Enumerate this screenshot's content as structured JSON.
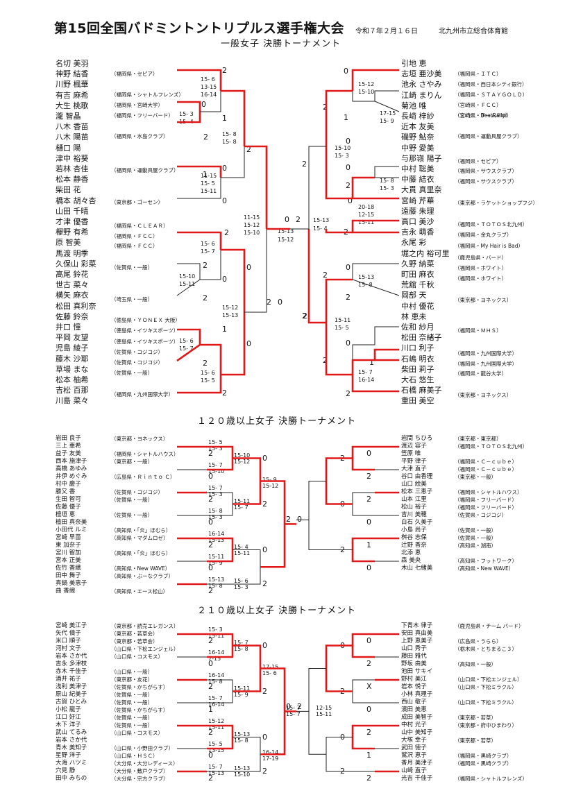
{
  "header": {
    "title": "第15回全国バドミントントリプルス選手権大会",
    "date": "令和７年２月１６日",
    "venue": "北九州市立総合体育館"
  },
  "sections": [
    {
      "title": "一般女子 決勝トーナメント",
      "left_names": [
        "名切 美羽",
        "神野 結香",
        "川野 楓華",
        "有吉 麻希",
        "大生 桃歌",
        "瀧 智晶",
        "八木 香苗",
        "八木 陽苗",
        "樋口 陽",
        "津中 裕葵",
        "若林 杏佳",
        "松本 静香",
        "柴田 花",
        "橋本 胡々杏",
        "山田 千晴",
        "才津 優香",
        "欅野 有希",
        "原 智美",
        "馬渡 明季",
        "久保山 彩菜",
        "高尾 鈴花",
        "世古 菜々",
        "横矢 麻衣",
        "松田 真利奈",
        "佐藤 鈴奈",
        "井口 憧",
        "平岡 友望",
        "児島 綾子",
        "藤木 沙耶",
        "草場 まな",
        "松本 柚希",
        "吉松 百那",
        "川島 菜々"
      ],
      "left_affil": [
        "（福岡県・セピア）",
        "（福岡県・シャトルフレンズ）",
        "（福岡県・宮崎大学）",
        "（福岡県・フリーバード）",
        "（福岡県・水島クラブ）",
        "（福岡県・運動具屋クラブ）",
        "（東京都・ゴーセン）",
        "（福岡県・ＣＬＥＡＲ）",
        "（福岡県・ＦＣＣ）",
        "（福岡県・ＦＣＣ）",
        "（佐賀県・一般）",
        "（埼玉県・一般）",
        "（徳島県・ＹＯＮＥＸ 大阪）",
        "（徳島県・イツキスポーツ）",
        "（徳島県・イツキスポーツ）",
        "（佐賀県・コジコジ）",
        "（佐賀県・コジコジ）",
        "（佐賀県・一般）",
        "（福岡県・九州国際大学）"
      ],
      "right_names": [
        "引地 恵",
        "志垣 亜沙美",
        "池永 さやみ",
        "江崎 まりん",
        "菊池 唯",
        "長﨑 梓紗",
        "近本 友美",
        "磯野 鮎奈",
        "中野 愛美",
        "与那嶺 陽子",
        "中村 聡美",
        "中藤 結衣",
        "大貫 真里奈",
        "宮崎 芹華",
        "遠藤 朱理",
        "高口 美沙",
        "吉永 萌香",
        "永尾 彩",
        "堀之内 裕可里",
        "久野 納菜",
        "町田 麻衣",
        "荒舘 千秋",
        "岡部 天",
        "中村 優花",
        "林 恵未",
        "佐和 紗月",
        "松田 奈緒子",
        "川口 利子",
        "石嶋 明衣",
        "柴田 莉子",
        "大石 悠生",
        "石橋 麻美子",
        "重田 美空"
      ],
      "right_affil": [
        "（福岡県・ＩＴＣ）",
        "（福岡県・西日本シティ銀行）",
        "（福岡県・ＳＴＡＹＧＯＬＤ）",
        "（宮崎県・BeatRally）",
        "（宮崎県・ＦＣＣ）",
        "（宮崎県・チームＢＷ）",
        "（福岡県・運動具屋クラブ）",
        "（福岡県・セピア）",
        "（福岡県・サウスクラブ）",
        "（福岡県・サウスクラブ）",
        "（東京都・ラケットショップフジ）",
        "（福岡県・ＴＯＴＯＳ北九州）",
        "（福岡県・金丸クラブ）",
        "（福岡県・My Hair is Bad）",
        "（鹿児島県・バード）",
        "（福岡県・ホワイト）",
        "（福岡県・ホワイト）",
        "（東京都・ヨネックス）",
        "（福岡県・ＭＨＳ）",
        "（福岡県・九州国際大学）",
        "（福岡県・九州国際大学）",
        "（福岡県・龍谷大学）",
        "（東京都・ヨネックス）"
      ],
      "scores": [
        "15- 6",
        "13-15",
        "16-14",
        "15- 3",
        "15- 4",
        "15- 8",
        "15- 8",
        "11-15",
        "15- 5",
        "15-11",
        "15- 6",
        "15- 7",
        "15-10",
        "15-11",
        "15-12",
        "15-13",
        "15- 6",
        "15- 7",
        "15- 6",
        "15- 5",
        "11-15",
        "15-12",
        "15-10",
        "15-13",
        "15-12",
        "15-13",
        "15- 4",
        "15-12",
        "15-10",
        "17-15",
        "15- 9",
        "15-10",
        "15- 3",
        "15- 8",
        "15- 3",
        "20-18",
        "12-15",
        "15-11",
        "15-13",
        "15- 8",
        "15-11",
        "15- 5",
        "15- 7",
        "16-14"
      ],
      "results": [
        "2",
        "0",
        "1",
        "2",
        "2",
        "0",
        "1",
        "0",
        "2",
        "2",
        "0",
        "0",
        "2",
        "2",
        "1",
        "2",
        "0",
        "2",
        "0",
        "2",
        "0",
        "1",
        "2",
        "0",
        "2",
        "0",
        "2",
        "0",
        "2",
        "2",
        "0",
        "2",
        "2",
        "0",
        "1",
        "2",
        "2",
        "0",
        "2",
        "X",
        "0",
        "2",
        "2",
        "0",
        "2",
        "2",
        "0",
        "2",
        "2"
      ]
    },
    {
      "title": "１２０歳以上女子 決勝トーナメント",
      "left_names": [
        "岩田 良子",
        "三上 亜希",
        "益子 友美",
        "西本 施津子",
        "高橋 あゆみ",
        "井伊 めぐみ",
        "村中 慶子",
        "勝又 香",
        "生田 智可",
        "佐藤 優子",
        "檀垣 恵",
        "植田 真奈美",
        "小田代 ルミ",
        "宮崎 早苗",
        "東 加奈子",
        "宮川 智加",
        "宮本 正美",
        "佐竹 香織",
        "田中 舞子",
        "真鍋 美恵子",
        "曲 香織"
      ],
      "left_affil": [
        "（東京都・ヨネックス）",
        "（福岡県・シャトルハウス）",
        "（東京都・一般）",
        "（広島県・Ｒｉｎｔｏ Ｃ）",
        "（佐賀県・コジコジ）",
        "（佐賀県・一般）",
        "（佐賀県・一般）",
        "（高知県・「炎」ほむら）",
        "（高知県・マダムロゼ）",
        "（高知県・「炎」ほむら）",
        "（高知県・New WAVE）",
        "（高知県・ぶーなクラブ）",
        "（高知県・エース松山）"
      ],
      "right_names": [
        "岩間 ちひろ",
        "渡辺 容子",
        "笠原 唯",
        "平野 律子",
        "大津 直子",
        "谷口 由香理",
        "山口 絵美",
        "松本 三恵子",
        "山本 江里",
        "松山 裕子",
        "吉川 美穂",
        "白石 久美子",
        "小島 尚子",
        "桝谷 志保",
        "辻野 香奈",
        "北添 恵",
        "森 美央",
        "木山 七緒美"
      ],
      "right_affil": [
        "（東京都・東京都）",
        "（福岡県・ＴＯＴＯＳ北九州）",
        "（福岡県・Ｃ－ｃｕｂｅ）",
        "（福岡県・Ｃ－ｃｕｂｅ）",
        "（東京都・一般）",
        "（福岡県・シャトルハウス）",
        "（福岡県・フリーバード）",
        "（福岡県・フリーバード）",
        "（佐賀県・コジコジ）",
        "（佐賀県・一般）",
        "（佐賀県・一般）",
        "（高知県・湖南）",
        "（高知県・フットワーク）",
        "（高知県・New WAVE）"
      ],
      "scores": [
        "15- 5",
        "15- 3",
        "15- 7",
        "15-10",
        "15- 7",
        "15- 3",
        "15- 8",
        "15- 3",
        "16-14",
        "15-13",
        "15-11",
        "15- 9",
        "15-13",
        "15- 8",
        "15-10",
        "15-12",
        "15-11",
        "15- 7",
        "15- 4",
        "15-11",
        "15- 6",
        "15- 3",
        "15- 9",
        "15-12"
      ],
      "results": [
        "2",
        "0",
        "2",
        "0",
        "2",
        "0",
        "2",
        "0",
        "2",
        "0",
        "2",
        "0",
        "2",
        "2",
        "0",
        "1",
        "0",
        "2",
        "0",
        "2",
        "2",
        "0",
        "2",
        "0"
      ]
    },
    {
      "title": "２１０歳以上女子 決勝トーナメント",
      "left_names": [
        "宮崎 美江子",
        "矢代 債子",
        "米口 順子",
        "河村 文子",
        "岩本 さか代",
        "吉永 多津枝",
        "赤木 千佳子",
        "酒井 祐子",
        "浅利 美津子",
        "原山 紀美子",
        "古賀 ひとみ",
        "小松 龍子",
        "江口 好江",
        "木下 洋子",
        "武山 てるみ",
        "岩本 さか代",
        "青木 美知子",
        "星野 洋子",
        "大海 ハツミ",
        "穴見 静",
        "田中 みちの"
      ],
      "left_affil": [
        "（東京都・読売エレガンス）",
        "（東京都・若草会）",
        "（東京都・若草会）",
        "（山口県・下松エンジェル）",
        "（山口県・コスモス）",
        "（山口県・一般）",
        "（東京都・友花）",
        "（佐賀県・かちがらす）",
        "（佐賀県・一般）",
        "（佐賀県・一般）",
        "（佐賀県・かちがらす）",
        "（佐賀県・一般）",
        "（佐賀県・一般）",
        "（山口県・コスモス）",
        "（山口県・小野田クラブ）",
        "（山口県・ＨＳＣ）",
        "（大分県・大分レディース）",
        "（大分県・敷戸クラブ）",
        "（大分県・宗方クラブ）"
      ],
      "right_names": [
        "下青木 律子",
        "安田 真由美",
        "上野 恵美子",
        "山口 秀子",
        "藤田 雅代",
        "野坂 由美",
        "池田 サキイ",
        "野村 美江",
        "岩本 悦子",
        "小林 真理子",
        "西山 敬子",
        "濱田 美恵",
        "成田 美智子",
        "中村 光子",
        "山中 美知子",
        "大塚 幸子",
        "武田 徳子",
        "鷲沢 恵子",
        "香月 美津子",
        "山崎 直子",
        "光吉 千佳子"
      ],
      "right_affil": [
        "（鹿児島県・チーム バード）",
        "（広島県・うらら）",
        "（栃木県・とちまるこ３）",
        "（高知県・一般）",
        "（山口県・下松エンジェル）",
        "（山口県・下松ミラクル）",
        "（山口県・下松ミラクル）",
        "（東京都・若草）",
        "（東京都・府中ひまわり）",
        "（東京都・若草）",
        "（福岡県・黒崎クラブ）",
        "（福岡県・黒崎クラブ）",
        "（福岡県・シャトルフレンズ）"
      ],
      "scores": [
        "15- 3",
        "15-11",
        "16-14",
        "7-15",
        "16-14",
        "15- 8",
        "15- 7",
        "16-14",
        "15-12",
        "15-11",
        "15- 5",
        "13-15",
        "15- 7",
        "15-13",
        "15- 7",
        "15- 8",
        "15-11",
        "15- 9",
        "15-13",
        "15- 8",
        "15-13",
        "15-10",
        "17-15",
        "15- 6",
        "16-14",
        "17-19",
        "15- 7",
        "15- 7",
        "12-15",
        "15-11"
      ],
      "results": [
        "2",
        "0",
        "2",
        "1",
        "2",
        "0",
        "2",
        "0",
        "2",
        "0",
        "2",
        "0",
        "2",
        "X",
        "0",
        "2",
        "1",
        "2",
        "0",
        "2",
        "0",
        "2",
        "0",
        "2",
        "0",
        "1",
        "0",
        "2",
        "1",
        "2"
      ]
    }
  ]
}
